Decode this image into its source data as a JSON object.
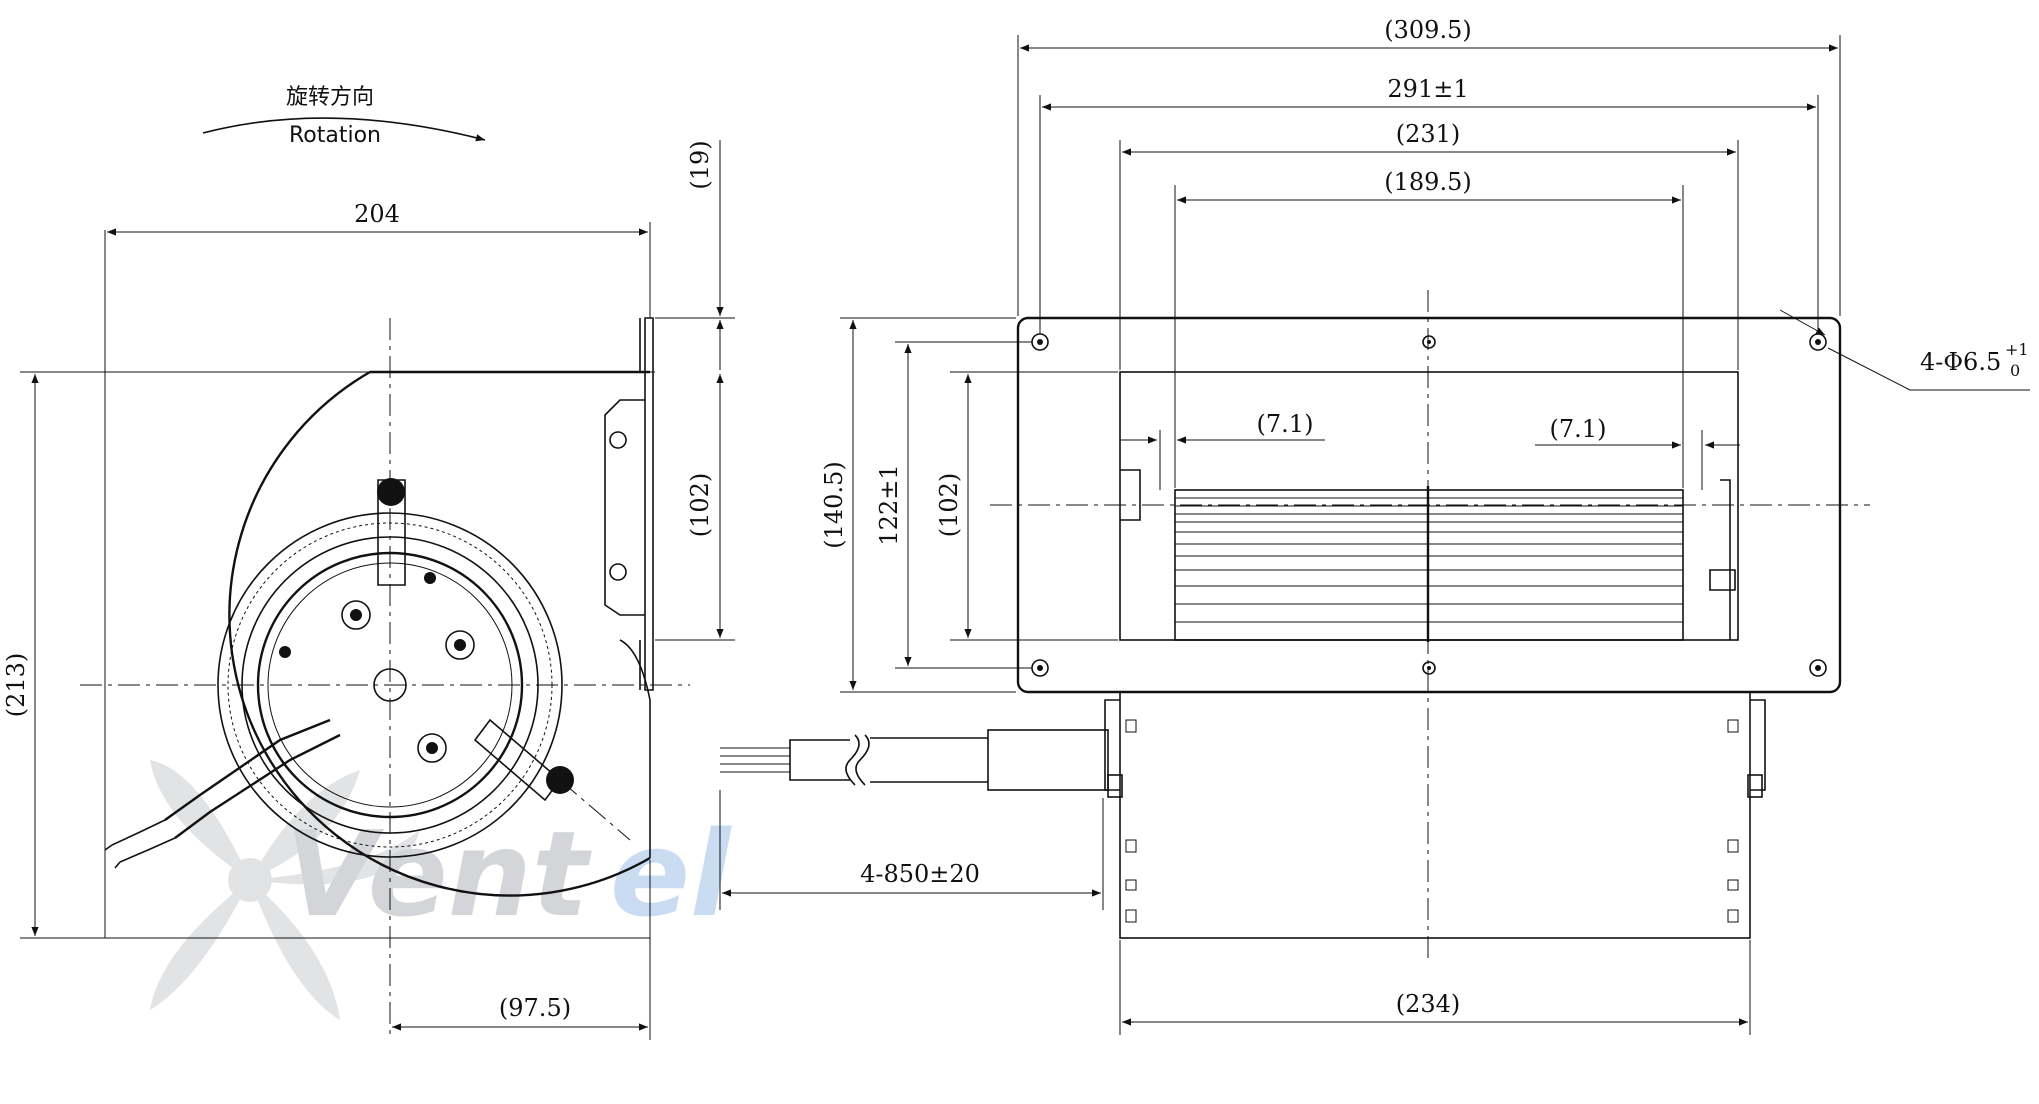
{
  "rotation": {
    "label_cn": "旋转方向",
    "label_en": "Rotation"
  },
  "dimensions": {
    "width_204": "204",
    "height_213": "(213)",
    "offset_19": "(19)",
    "bracket_102_side": "(102)",
    "offset_97_5": "(97.5)",
    "overall_309_5": "(309.5)",
    "holes_291": "291±1",
    "inner_231": "(231)",
    "wheel_189_5": "(189.5)",
    "height_140_5": "(140.5)",
    "height_122": "122±1",
    "height_102_front": "(102)",
    "margin_7_1_left": "(7.1)",
    "margin_7_1_right": "(7.1)",
    "hole_spec": "4-Φ6.5",
    "hole_tol_upper": "+1",
    "hole_tol_lower": "0",
    "cable_length": "4-850±20",
    "motor_width_234": "(234)"
  },
  "watermark": {
    "part1": "Vent",
    "part2": "el"
  },
  "colors": {
    "line": "#111111",
    "watermark_gray": "#d3d5d8",
    "watermark_blue": "#c9dcf2"
  }
}
